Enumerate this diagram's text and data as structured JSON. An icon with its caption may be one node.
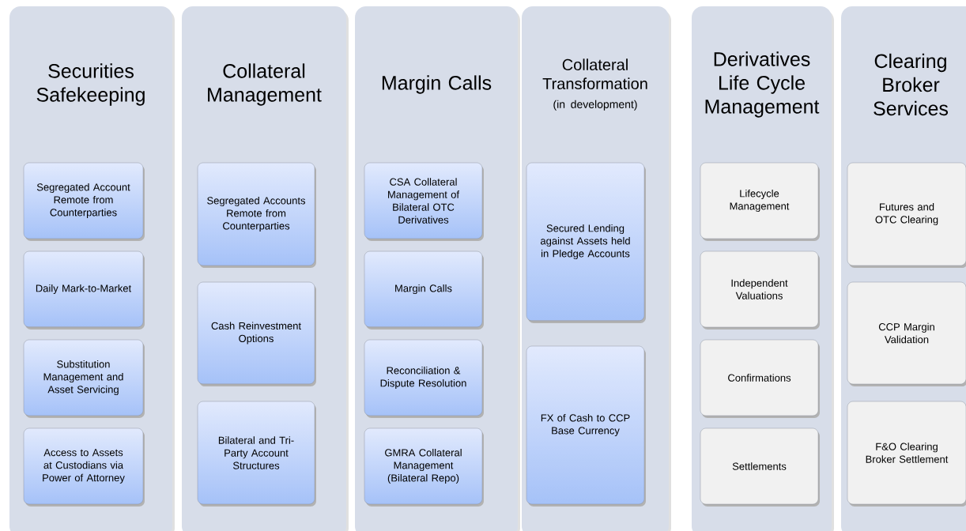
{
  "diagram": {
    "nodes": [
      {
        "text": [
          "Securities Safekeeping"
        ]
      },
      {
        "text": [
          "Segregated Account Remote from Counterparties"
        ],
        "in": 0
      },
      {
        "text": [
          "Daily Mark-to-Market"
        ],
        "in": 0
      },
      {
        "text": [
          "Substitution Management and Asset Servicing"
        ],
        "in": 0
      },
      {
        "text": [
          "Access to Assets at Custodians via Power of Attorney"
        ],
        "in": 0
      },
      {
        "text": [
          "Collateral Management"
        ]
      },
      {
        "text": [
          "Segregated Accounts Remote from Counterparties"
        ],
        "in": 5
      },
      {
        "text": [
          "Cash Reinvestment Options"
        ],
        "in": 5
      },
      {
        "text": [
          "Bilateral and Tri-Party Account Structures"
        ],
        "in": 5
      },
      {
        "text": [
          "Margin Calls"
        ]
      },
      {
        "text": [
          "CSA Collateral Management of Bilateral OTC Derivatives"
        ],
        "in": 9
      },
      {
        "text": [
          "Margin Calls"
        ],
        "in": 9
      },
      {
        "text": [
          "Reconciliation & Dispute Resolution"
        ],
        "in": 9
      },
      {
        "text": [
          "GMRA Collateral Management (Bilateral Repo)"
        ],
        "in": 9
      },
      {
        "text": [
          "Collateral Transformation",
          "(in development)"
        ]
      },
      {
        "text": [
          "Secured Lending against Assets held in Pledge Accounts"
        ],
        "in": 14
      },
      {
        "text": [
          "FX of Cash to CCP Base Currency"
        ],
        "in": 14
      },
      {
        "text": [
          "Derivatives Life Cycle Management"
        ]
      },
      {
        "text": [
          "Lifecycle Management"
        ],
        "in": 17
      },
      {
        "text": [
          "Independent Valuations"
        ],
        "in": 17
      },
      {
        "text": [
          "Confirmations"
        ],
        "in": 17
      },
      {
        "text": [
          "Settlements"
        ],
        "in": 17
      },
      {
        "text": [
          "Clearing Broker Services"
        ]
      },
      {
        "text": [
          "Futures and OTC Clearing"
        ],
        "in": 22
      },
      {
        "text": [
          "CCP Margin Validation"
        ],
        "in": 22
      },
      {
        "text": [
          "F&O Clearing Broker Settlement"
        ],
        "in": 22
      }
    ]
  }
}
